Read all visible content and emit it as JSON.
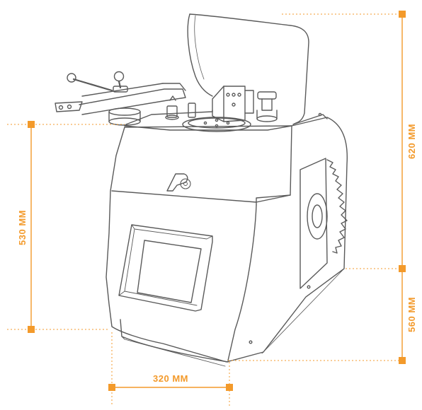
{
  "dimensions": {
    "height_front": "530 MM",
    "height_total": "620 MM",
    "height_side": "560 MM",
    "width": "320 MM"
  },
  "colors": {
    "accent": "#F39A2B",
    "outline": "#5a5a5a",
    "panel": "#ffffff"
  }
}
